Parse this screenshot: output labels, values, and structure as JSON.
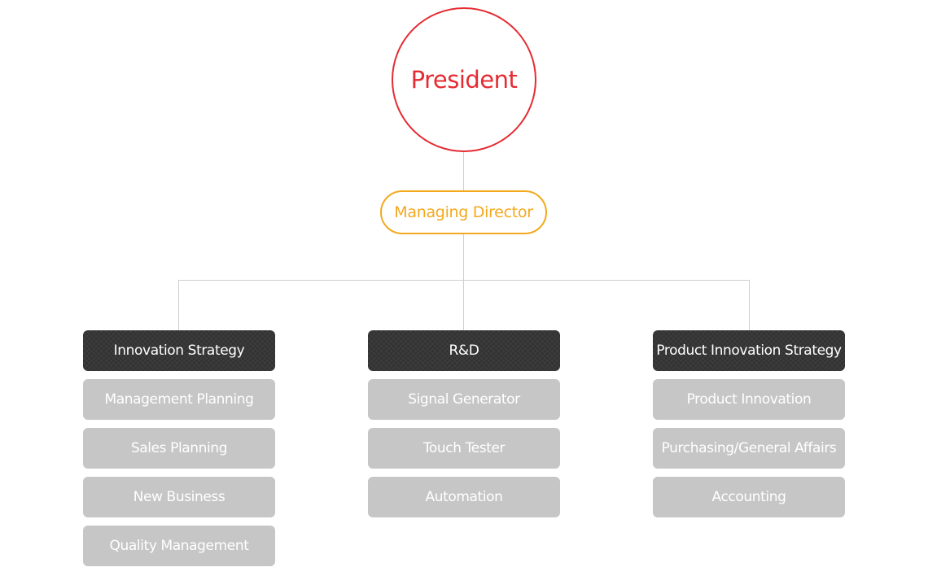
{
  "president": {
    "label": "President"
  },
  "managing_director": {
    "label": "Managing Director"
  },
  "departments": [
    {
      "head": "Innovation Strategy",
      "teams": [
        "Management Planning",
        "Sales Planning",
        "New Business",
        "Quality Management"
      ]
    },
    {
      "head": "R&D",
      "teams": [
        "Signal Generator",
        "Touch Tester",
        "Automation"
      ]
    },
    {
      "head": "Product Innovation Strategy",
      "teams": [
        "Product Innovation",
        "Purchasing/General Affairs",
        "Accounting"
      ]
    }
  ],
  "colors": {
    "president": "#e52b32",
    "managing_director": "#f4a81d",
    "department_head": "#333333",
    "team": "#c6c6c6",
    "connector": "#cfcfcf"
  }
}
